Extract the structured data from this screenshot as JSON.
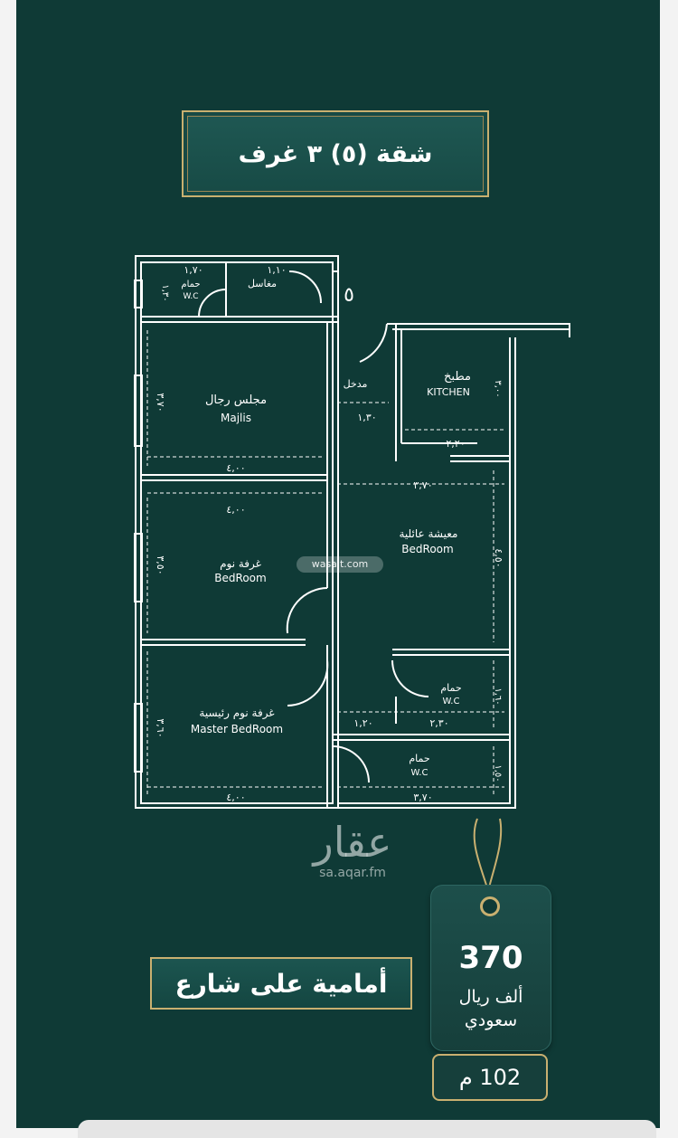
{
  "title": "شقة (٥)  ٣ غرف",
  "plan": {
    "unit_number": "٥",
    "rooms": {
      "washbasins": "مغاسل",
      "wc_top": "حمام",
      "wc_top_sub": "W.C",
      "majlis_ar": "مجلس رجال",
      "majlis_en": "Majlis",
      "entrance": "مدخل",
      "kitchen_ar": "مطبخ",
      "kitchen_en": "KITCHEN",
      "living_ar": "معيشة عائلية",
      "living_en": "BedRoom",
      "bedroom_ar": "غرفة نوم",
      "bedroom_en": "BedRoom",
      "wc_mid": "حمام",
      "wc_mid_sub": "W.C",
      "master_ar": "غرفة نوم رئيسية",
      "master_en": "Master BedRoom",
      "wc_bottom": "حمام",
      "wc_bottom_sub": "W.C"
    },
    "dimensions": {
      "top_wc_width": "١,٧٠",
      "top_washbasin_width": "١,١٠",
      "top_wc_height": "١,٣٠",
      "majlis_height": "٣,٧٠",
      "majlis_width": "٤,٠٠",
      "entrance_width": "١,٣٠",
      "kitchen_width": "٢,٢٠",
      "kitchen_height": "٣,٠٠",
      "living_width": "٣,٧٠",
      "living_height": "٤,٥٠",
      "bedroom_width": "٤,٠٠",
      "bedroom_height": "٣,٥٠",
      "corridor_width": "١,٢٠",
      "wc_mid_width": "٢,٣٠",
      "wc_mid_height": "١,٦٠",
      "master_height": "٣,٦٠",
      "master_width": "٤,٠٠",
      "wc_bottom_width": "٣,٧٠",
      "wc_bottom_height": "١,٥٠"
    }
  },
  "watermark_wasalt": "wasalt.com",
  "watermark_aqar_word": "عقار",
  "watermark_aqar_url": "sa.aqar.fm",
  "street_label": "أمامية على شارع",
  "price": {
    "value": "370",
    "unit_line1": "ألف ريال",
    "unit_line2": "سعودي"
  },
  "area_label": "102 م",
  "colors": {
    "background": "#0f3a36",
    "gold_border": "#c9b070",
    "plan_lines": "#ffffff"
  }
}
